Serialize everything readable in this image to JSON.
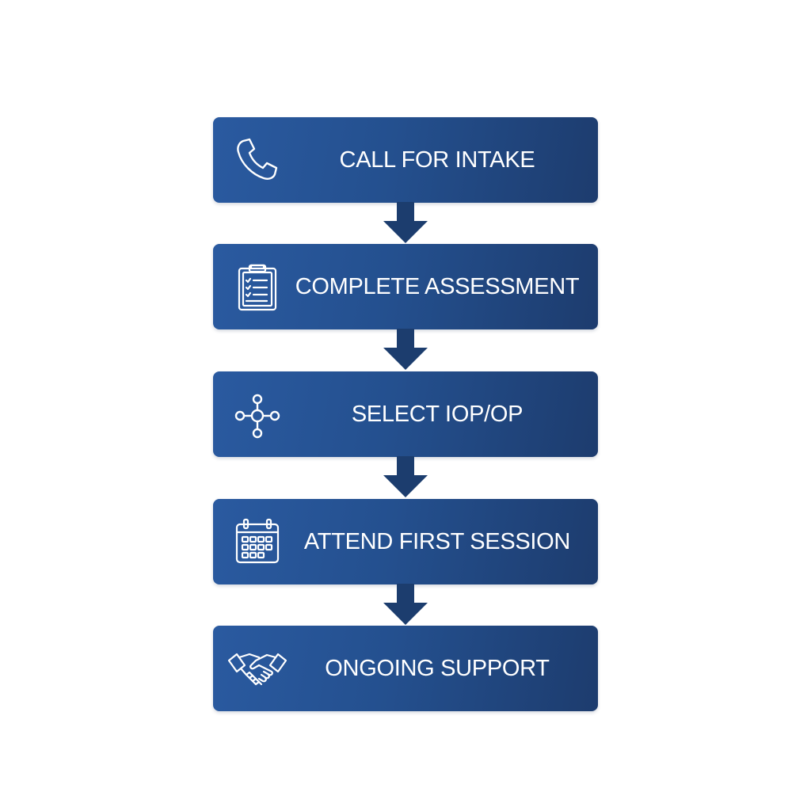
{
  "flow": {
    "steps": [
      {
        "label": "CALL FOR INTAKE",
        "icon": "phone-icon"
      },
      {
        "label": "COMPLETE ASSESSMENT",
        "icon": "clipboard-checklist-icon"
      },
      {
        "label": "SELECT IOP/OP",
        "icon": "network-nodes-icon"
      },
      {
        "label": "ATTEND FIRST SESSION",
        "icon": "calendar-icon"
      },
      {
        "label": "ONGOING SUPPORT",
        "icon": "handshake-icon"
      }
    ],
    "colors": {
      "box_light": "#2a5aa0",
      "box_dark": "#1d3c6e",
      "arrow": "#1c3d6e",
      "text": "#ffffff"
    }
  }
}
